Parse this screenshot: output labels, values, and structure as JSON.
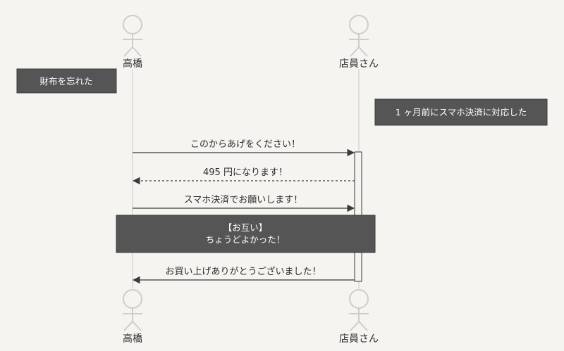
{
  "actors": {
    "left": {
      "name": "高橋"
    },
    "right": {
      "name": "店員さん"
    }
  },
  "notes": {
    "forgot_wallet": "財布を忘れた",
    "shop_support": "1 ヶ月前にスマホ決済に対応した",
    "mutual_title": "【お互い】",
    "mutual_body": "ちょうどよかった！"
  },
  "messages": [
    {
      "text": "このからあげをください！",
      "style": "solid"
    },
    {
      "text": "495 円になります！",
      "style": "dashed"
    },
    {
      "text": "スマホ決済でお願いします！",
      "style": "solid"
    },
    {
      "text": "お買い上げありがとうございました！",
      "style": "solid"
    }
  ],
  "colors": {
    "background": "#f5f4f1",
    "note_fill": "#555555",
    "line": "#3a3a3a",
    "lifeline": "#c9c7c3",
    "actor": "#cfcdc9"
  }
}
